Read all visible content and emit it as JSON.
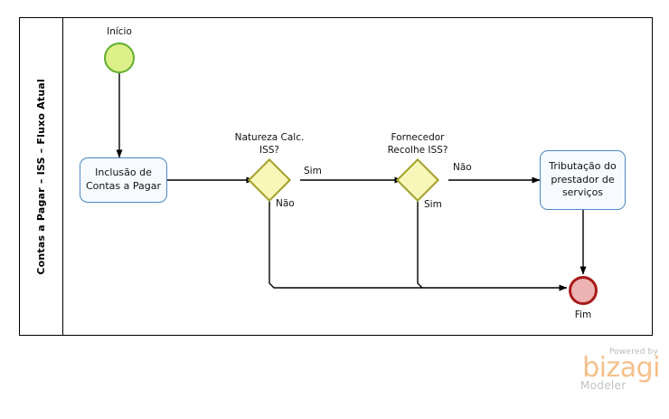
{
  "diagram": {
    "type": "bpmn-process-flow",
    "pool": {
      "lane_label": "Contas a Pagar – ISS – Fluxo Atual"
    },
    "nodes": [
      {
        "id": "start",
        "kind": "start-event",
        "label": "Início"
      },
      {
        "id": "task1",
        "kind": "task",
        "label": "Inclusão de\nContas a Pagar"
      },
      {
        "id": "gw1",
        "kind": "gateway",
        "label": "Natureza Calc.\nISS?"
      },
      {
        "id": "gw2",
        "kind": "gateway",
        "label": "Fornecedor\nRecolhe ISS?"
      },
      {
        "id": "task2",
        "kind": "task",
        "label": "Tributação do\nprestador de\nserviços"
      },
      {
        "id": "end",
        "kind": "end-event",
        "label": "Fim"
      }
    ],
    "flows": [
      {
        "from": "start",
        "to": "task1",
        "label": ""
      },
      {
        "from": "task1",
        "to": "gw1",
        "label": ""
      },
      {
        "from": "gw1",
        "to": "gw2",
        "label": "Sim"
      },
      {
        "from": "gw1",
        "to": "end",
        "label": "Não"
      },
      {
        "from": "gw2",
        "to": "task2",
        "label": "Não"
      },
      {
        "from": "gw2",
        "to": "end",
        "label": "Sim"
      },
      {
        "from": "task2",
        "to": "end",
        "label": ""
      }
    ],
    "flow_labels": {
      "gw1_sim": "Sim",
      "gw1_nao": "Não",
      "gw2_nao": "Não",
      "gw2_sim": "Sim"
    },
    "colors": {
      "start_fill": "#dcf08a",
      "start_stroke": "#5fae2c",
      "end_fill": "#edb3b3",
      "end_stroke": "#a81b1b",
      "task_fill": "#f7fbff",
      "task_stroke": "#4a87c4",
      "gateway_fill": "#f8f6b8",
      "gateway_stroke": "#a2a02a",
      "connector": "#000000",
      "brand_accent": "#f5c08a"
    }
  },
  "branding": {
    "powered_by": "Powered by",
    "name": "bizagi",
    "product": "Modeler"
  }
}
